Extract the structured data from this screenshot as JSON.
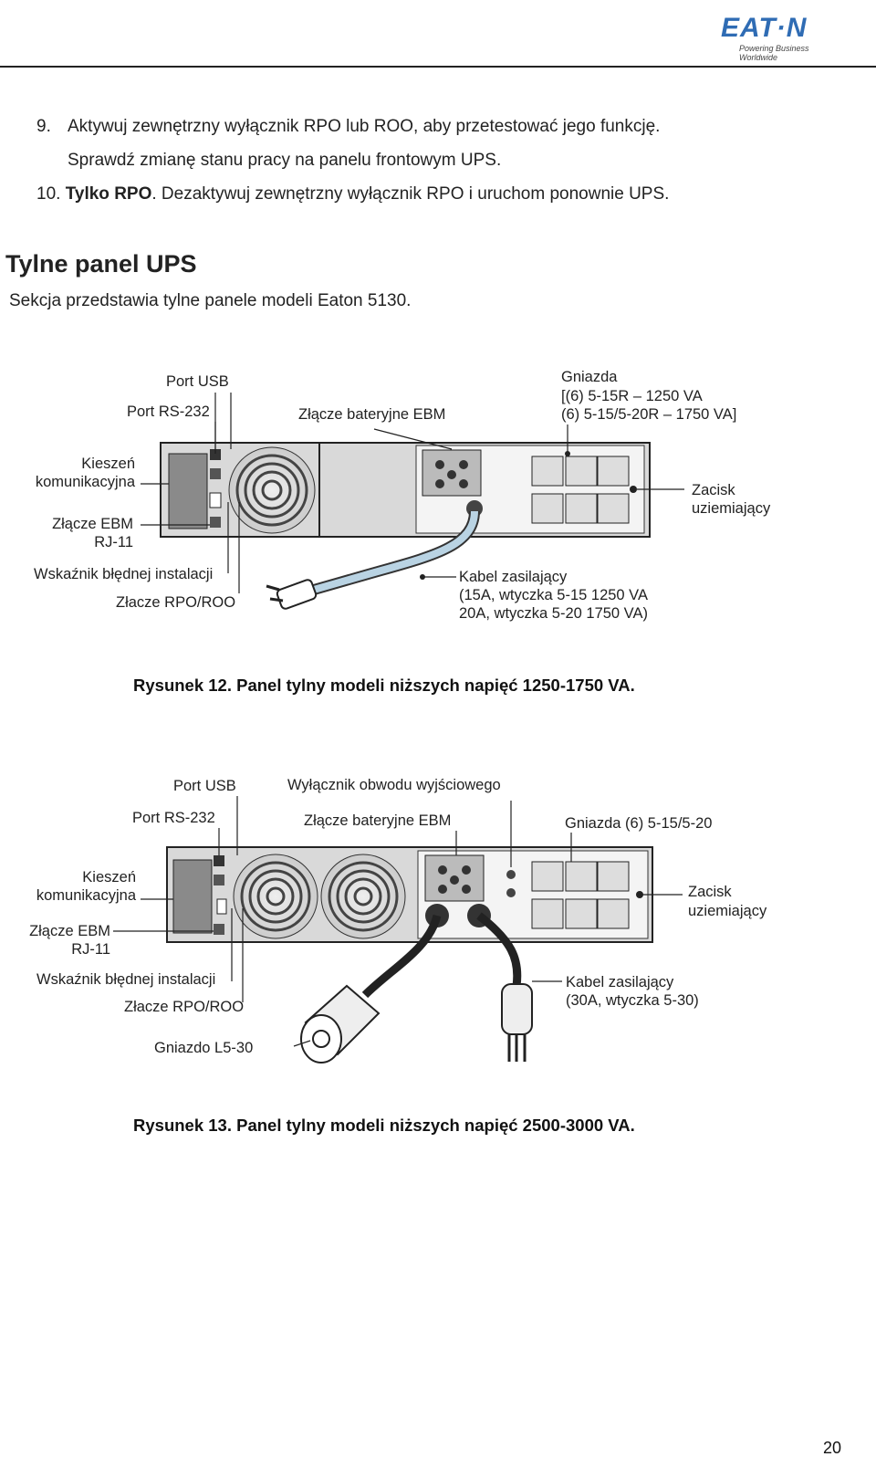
{
  "header": {
    "logo_text": "EAT·N",
    "logo_tagline": "Powering Business Worldwide"
  },
  "instructions": {
    "step9_number": "9.",
    "step9_line1": "Aktywuj zewnętrzny wyłącznik RPO lub ROO, aby przetestować jego funkcję.",
    "step9_line2": "Sprawdź zmianę stanu pracy na panelu frontowym UPS.",
    "step10_number": "10.",
    "step10_bold": "Tylko RPO",
    "step10_rest": ". Dezaktywuj zewnętrzny wyłącznik RPO i uruchom ponownie UPS."
  },
  "section": {
    "title": "Tylne panel UPS",
    "intro": "Sekcja przedstawia tylne panele modeli Eaton 5130."
  },
  "figure12": {
    "labels": {
      "port_usb": "Port USB",
      "port_rs232": "Port RS-232",
      "ebm_connector": "Złącze bateryjne EBM",
      "outlets_line1": "Gniazda",
      "outlets_line2": "[(6) 5-15R – 1250 VA",
      "outlets_line3": "(6) 5-15/5-20R – 1750 VA]",
      "comm_bay_line1": "Kieszeń",
      "comm_bay_line2": "komunikacyjna",
      "ebm_rj11_line1": "Złącze EBM",
      "ebm_rj11_line2": "RJ-11",
      "ground_line1": "Zacisk",
      "ground_line2": "uziemiający",
      "wiring_fault": "Wskaźnik błędnej instalacji",
      "rpo_roo": "Złacze RPO/ROO",
      "cord_line1": "Kabel zasilający",
      "cord_line2": "(15A, wtyczka 5-15 1250 VA",
      "cord_line3": "20A, wtyczka 5-20 1750 VA)"
    },
    "caption": "Rysunek 12. Panel tylny modeli niższych napięć 1250-1750 VA."
  },
  "figure13": {
    "labels": {
      "port_usb": "Port USB",
      "breaker": "Wyłącznik obwodu wyjściowego",
      "port_rs232": "Port RS-232",
      "ebm_connector": "Złącze bateryjne EBM",
      "outlets": "Gniazda (6) 5-15/5-20",
      "comm_bay_line1": "Kieszeń",
      "comm_bay_line2": "komunikacyjna",
      "ebm_rj11_line1": "Złącze EBM",
      "ebm_rj11_line2": "RJ-11",
      "ground_line1": "Zacisk",
      "ground_line2": "uziemiający",
      "wiring_fault": "Wskaźnik błędnej instalacji",
      "rpo_roo": "Złacze RPO/ROO",
      "cord_line1": "Kabel zasilający",
      "cord_line2": "(30A, wtyczka 5-30)",
      "l530": "Gniazdo L5-30"
    },
    "caption": "Rysunek 13. Panel tylny modeli niższych napięć 2500-3000 VA."
  },
  "footer": {
    "page_number": "20"
  }
}
